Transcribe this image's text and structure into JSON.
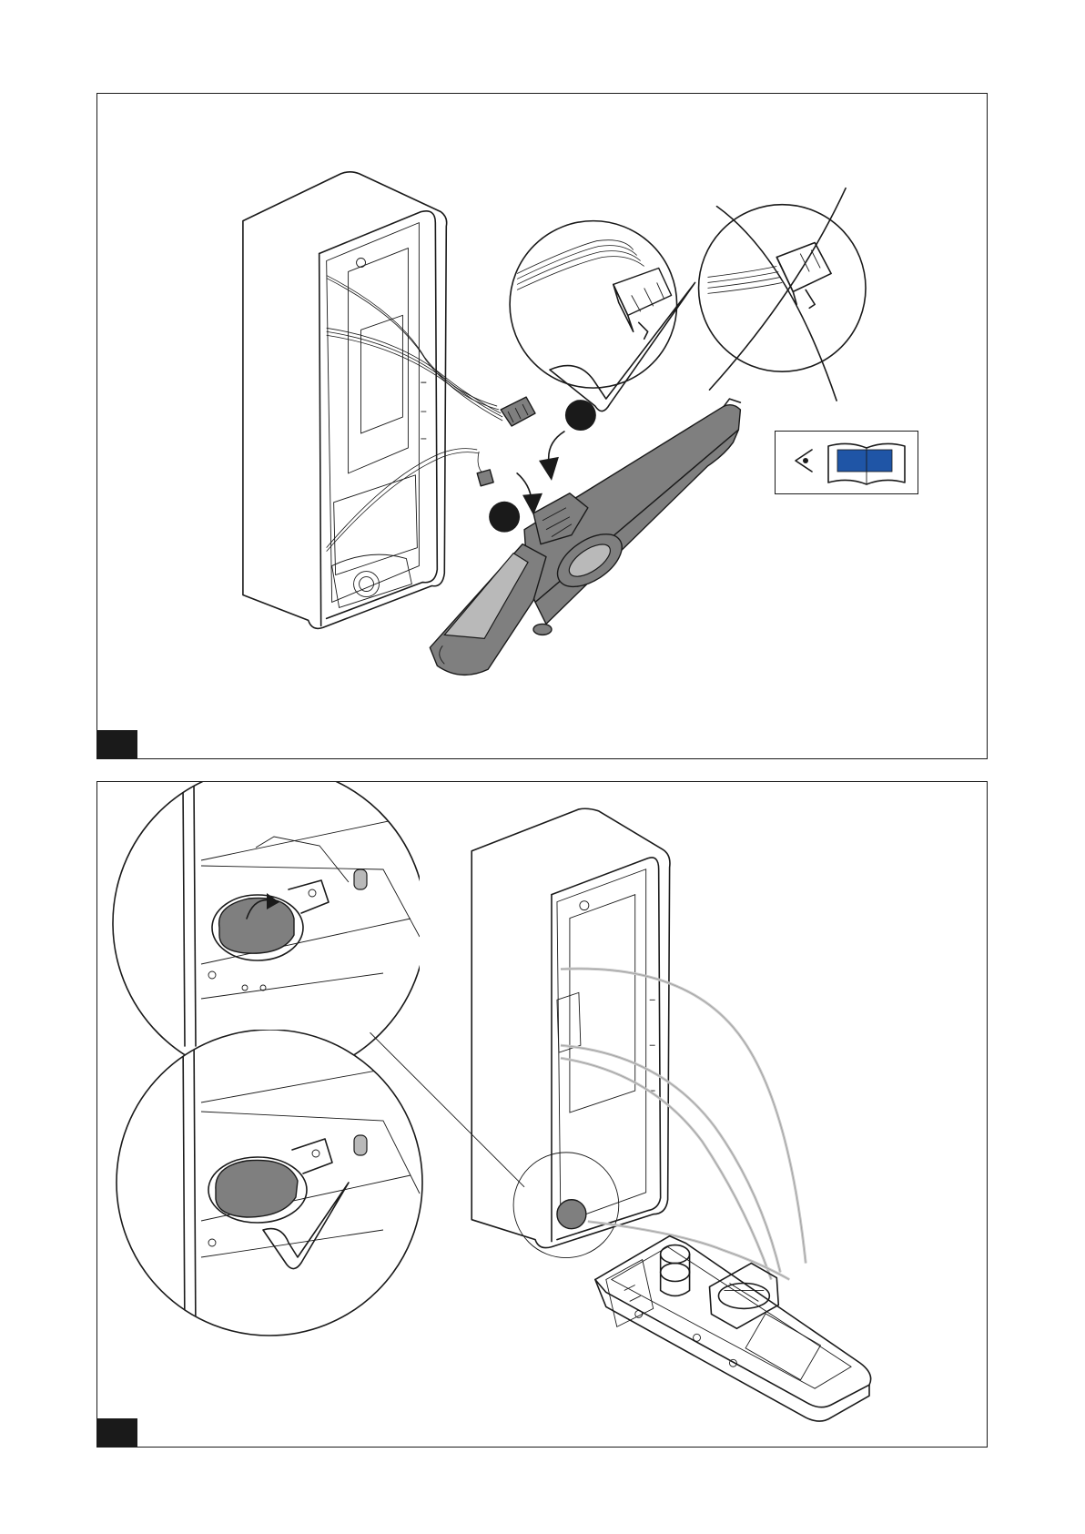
{
  "page": {
    "panels": [
      {
        "id": "fig-1",
        "label": ""
      },
      {
        "id": "fig-2",
        "label": ""
      }
    ]
  },
  "icons": {
    "panel_1": [
      "correct-connector-check-icon",
      "wrong-connector-cross-icon",
      "see-manual-icon",
      "step-1-bullet",
      "step-2-bullet"
    ],
    "panel_2": [
      "rotate-arrow-icon",
      "correct-check-icon"
    ]
  },
  "colors": {
    "line": "#1a1a1a",
    "part_fill": "#7f7f7f",
    "manual_blue": "#1f55a6",
    "fig_tab": "#1a1a1a"
  }
}
